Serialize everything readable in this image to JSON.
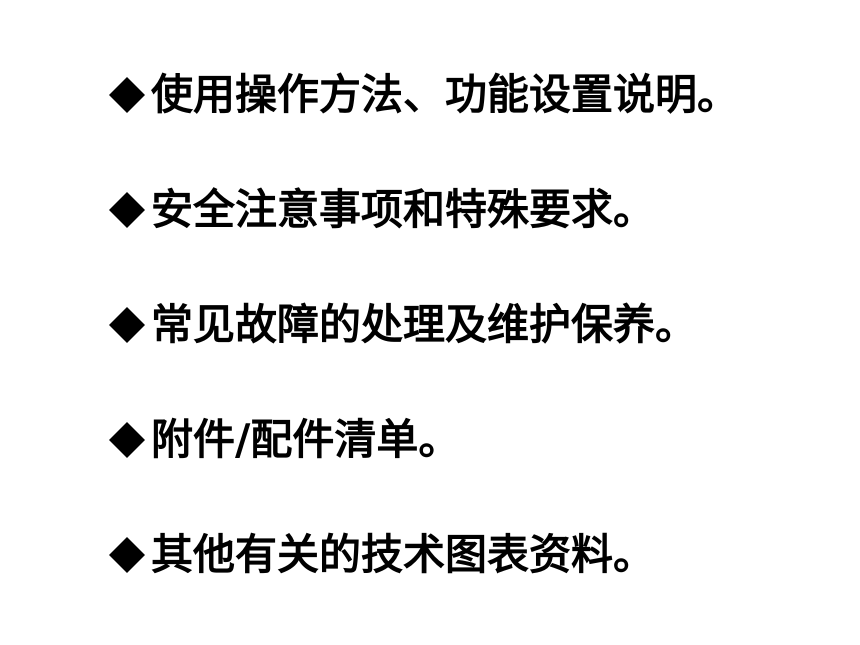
{
  "slide": {
    "items": [
      {
        "icon": "diamond-bullet-icon",
        "text": "使用操作方法、功能设置说明。"
      },
      {
        "icon": "diamond-bullet-icon",
        "text": "安全注意事项和特殊要求。"
      },
      {
        "icon": "diamond-bullet-icon",
        "text": "常见故障的处理及维护保养。"
      },
      {
        "icon": "diamond-bullet-icon",
        "text": "附件/配件清单。"
      },
      {
        "icon": "diamond-bullet-icon",
        "text": "其他有关的技术图表资料。"
      }
    ],
    "colors": {
      "background": "#ffffff",
      "text": "#000000"
    }
  }
}
